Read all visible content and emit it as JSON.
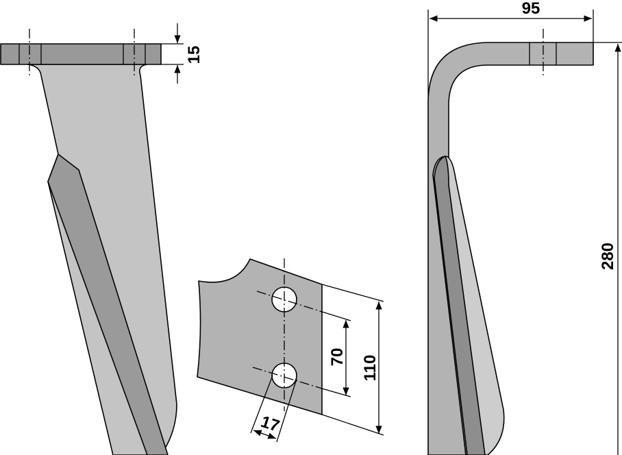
{
  "colors": {
    "fill": "#b3b3b3",
    "dark": "#8e8e8e",
    "light": "#cdcdcd",
    "line": "#000000"
  },
  "dimensions": {
    "flange_thickness": "15",
    "width": "95",
    "height": "280",
    "hole_spacing": "70",
    "plate_length": "110",
    "hole_diameter": "17"
  }
}
